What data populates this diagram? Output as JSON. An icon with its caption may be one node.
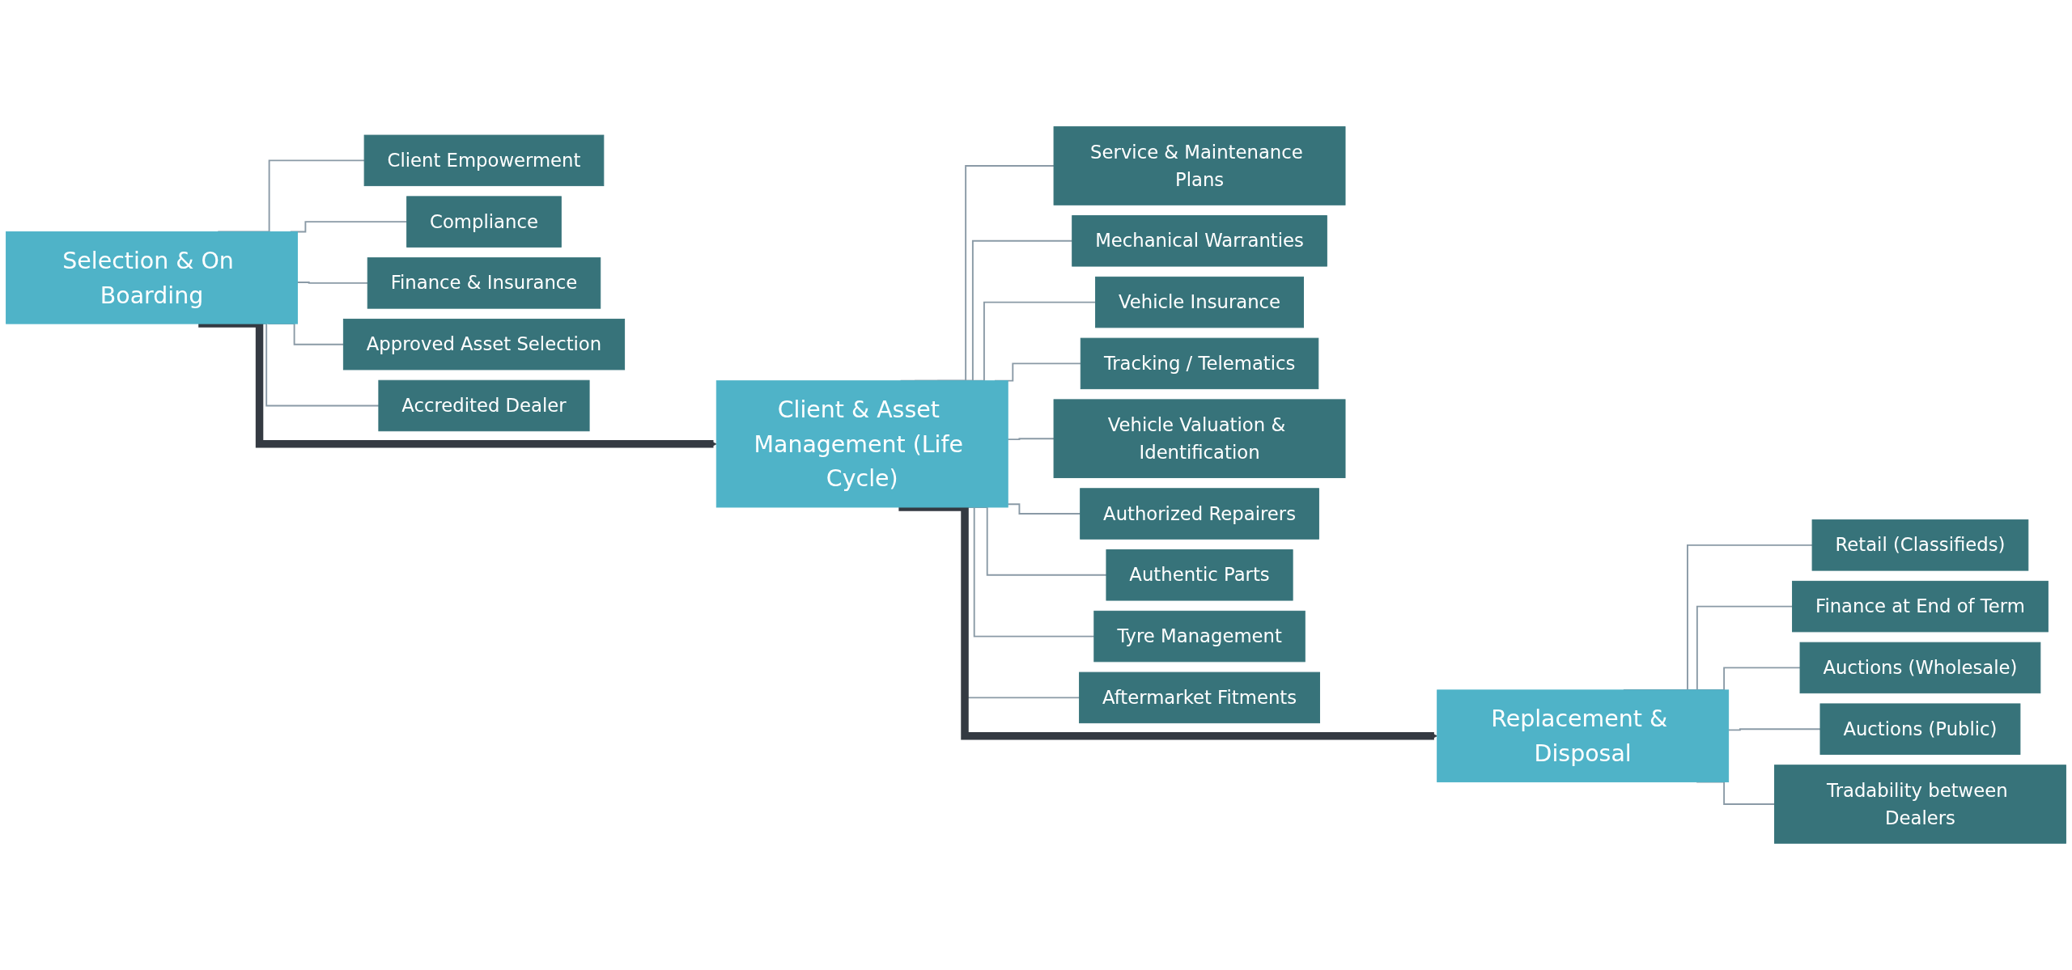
{
  "diagram": {
    "nodes": [
      {
        "text": [
          "Selection & On Boarding"
        ]
      },
      {
        "text": [
          "Client Empowerment"
        ]
      },
      {
        "text": [
          "Compliance"
        ]
      },
      {
        "text": [
          "Finance & Insurance"
        ]
      },
      {
        "text": [
          "Approved Asset Selection"
        ]
      },
      {
        "text": [
          "Accredited Dealer"
        ]
      },
      {
        "text": [
          "Client & Asset Management (Life Cycle)"
        ]
      },
      {
        "text": [
          "Service & Maintenance Plans"
        ]
      },
      {
        "text": [
          "Mechanical Warranties"
        ]
      },
      {
        "text": [
          "Vehicle Insurance"
        ]
      },
      {
        "text": [
          "Tracking / Telematics"
        ]
      },
      {
        "text": [
          "Vehicle Valuation & Identification"
        ]
      },
      {
        "text": [
          "Authorized Repairers"
        ]
      },
      {
        "text": [
          "Authentic Parts"
        ]
      },
      {
        "text": [
          "Tyre Management"
        ]
      },
      {
        "text": [
          "Aftermarket Fitments"
        ]
      },
      {
        "text": [
          "Replacement & Disposal"
        ]
      },
      {
        "text": [
          "Retail (Classifieds)"
        ]
      },
      {
        "text": [
          "Finance at End of Term"
        ]
      },
      {
        "text": [
          "Auctions (Wholesale)"
        ]
      },
      {
        "text": [
          "Auctions (Public)"
        ]
      },
      {
        "text": [
          "Tradability between Dealers"
        ]
      }
    ],
    "edges": [
      {
        "from": 0,
        "to": 1,
        "arrow": "none"
      },
      {
        "from": 0,
        "to": 2,
        "arrow": "none"
      },
      {
        "from": 0,
        "to": 3,
        "arrow": "none"
      },
      {
        "from": 0,
        "to": 4,
        "arrow": "none"
      },
      {
        "from": 0,
        "to": 5,
        "arrow": "none"
      },
      {
        "from": 0,
        "to": 6,
        "arrow": "to",
        "style": "thick",
        "color": "#343a42"
      },
      {
        "from": 6,
        "to": 7,
        "arrow": "none"
      },
      {
        "from": 6,
        "to": 8,
        "arrow": "none"
      },
      {
        "from": 6,
        "to": 9,
        "arrow": "none"
      },
      {
        "from": 6,
        "to": 10,
        "arrow": "none"
      },
      {
        "from": 6,
        "to": 11,
        "arrow": "none"
      },
      {
        "from": 6,
        "to": 12,
        "arrow": "none"
      },
      {
        "from": 6,
        "to": 13,
        "arrow": "none"
      },
      {
        "from": 6,
        "to": 14,
        "arrow": "none"
      },
      {
        "from": 6,
        "to": 15,
        "arrow": "none"
      },
      {
        "from": 6,
        "to": 16,
        "arrow": "to",
        "style": "thick",
        "color": "#343a42"
      },
      {
        "from": 16,
        "to": 17,
        "arrow": "none"
      },
      {
        "from": 16,
        "to": 18,
        "arrow": "none"
      },
      {
        "from": 16,
        "to": 19,
        "arrow": "none"
      },
      {
        "from": 16,
        "to": 20,
        "arrow": "none"
      },
      {
        "from": 16,
        "to": 21,
        "arrow": "none"
      }
    ]
  }
}
